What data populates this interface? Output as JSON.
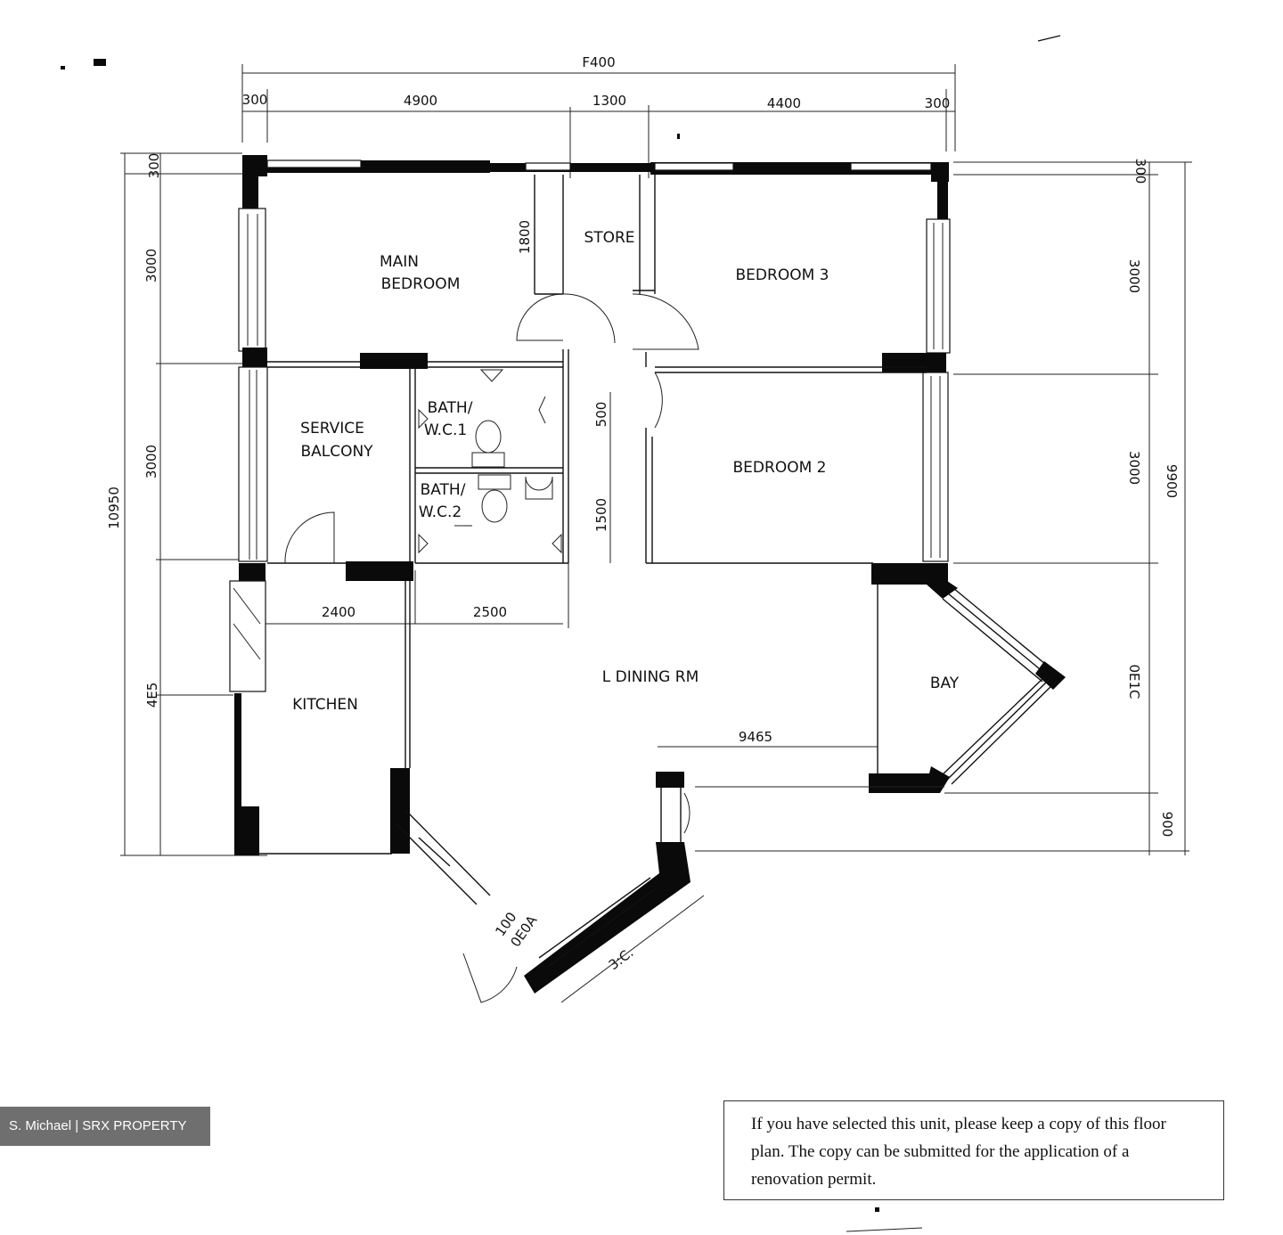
{
  "dimensions": {
    "top_total": "F400",
    "top_left_end": "300",
    "top_main": "4900",
    "top_store": "1300",
    "top_bed3": "4400",
    "top_right_end": "300",
    "left_total": "10950",
    "left_top": "300",
    "left_1": "3000",
    "left_2": "3000",
    "left_3": "4E5",
    "right_total": "9900",
    "right_top": "300",
    "right_1": "3000",
    "right_2": "3000",
    "right_3": "0E1C",
    "right_4": "900",
    "store_depth": "1800",
    "bath1_depth": "500",
    "bath2_depth": "1500",
    "kitchen_width": "2400",
    "living_width": "2500",
    "bay_width": "9465",
    "entry_width": "100",
    "entry_label": "0E0A",
    "bottom_entry": "3:C."
  },
  "rooms": {
    "main_bedroom_line1": "MAIN",
    "main_bedroom_line2": "BEDROOM",
    "store": "STORE",
    "bedroom3": "BEDROOM 3",
    "service_balcony_line1": "SERVICE",
    "service_balcony_line2": "BALCONY",
    "bath1_line1": "BATH/",
    "bath1_line2": "W.C.1",
    "bath2_line1": "BATH/",
    "bath2_line2": "W.C.2",
    "bedroom2": "BEDROOM 2",
    "kitchen": "KITCHEN",
    "living_dining": "L DINING RM",
    "bay": "BAY"
  },
  "note": "If you have selected this unit, please keep a copy of this floor plan. The copy can be submitted for the application of a renovation permit.",
  "watermark": "S. Michael | SRX PROPERTY"
}
